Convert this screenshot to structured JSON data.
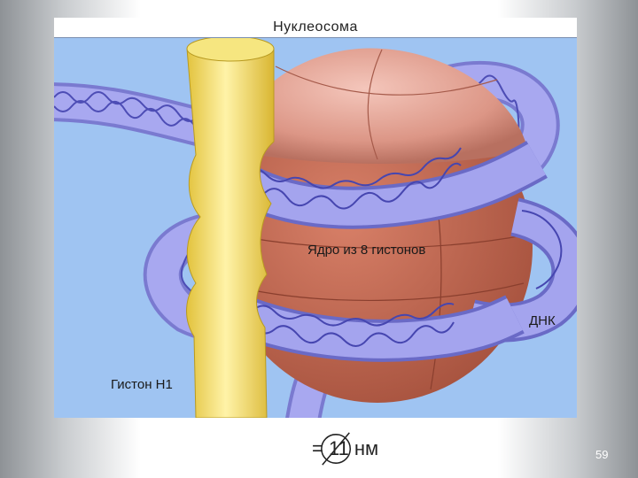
{
  "figure": {
    "title": "Нуклеосома",
    "labels": {
      "core": "Ядро из 8 гистонов",
      "dna": "ДНК",
      "histone_h1": "Гистон Н1"
    }
  },
  "caption": {
    "diameter_text": "= 11 нм"
  },
  "slide": {
    "page_number": "59"
  },
  "colors": {
    "background": "#9fc4f2",
    "dna": "#9a9ae8",
    "core_top": "#e8aca0",
    "core_body": "#c76a52",
    "histone_h1": "#f2de6a"
  }
}
